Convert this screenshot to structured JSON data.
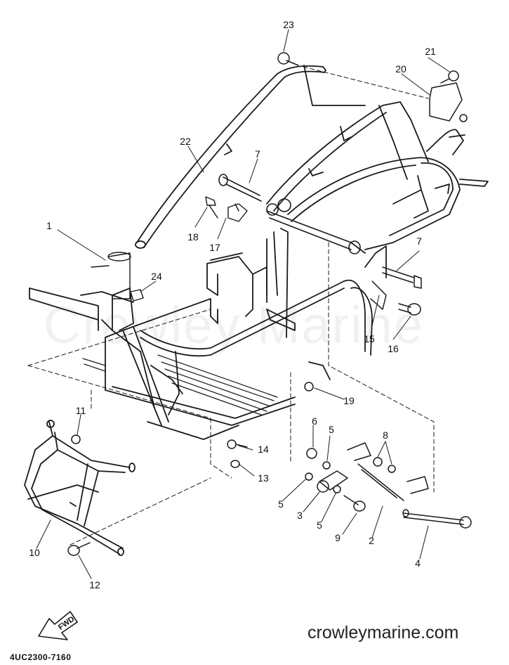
{
  "watermark": "Crowley Marine",
  "site": "crowleymarine.com",
  "drawing_code": "4UC2300-7160",
  "fwd_label": "FWD",
  "parts": [
    {
      "id": "p1",
      "label": "1"
    },
    {
      "id": "p2",
      "label": "2"
    },
    {
      "id": "p3",
      "label": "3"
    },
    {
      "id": "p4",
      "label": "4"
    },
    {
      "id": "p5a",
      "label": "5"
    },
    {
      "id": "p5b",
      "label": "5"
    },
    {
      "id": "p5c",
      "label": "5"
    },
    {
      "id": "p6",
      "label": "6"
    },
    {
      "id": "p7a",
      "label": "7"
    },
    {
      "id": "p7b",
      "label": "7"
    },
    {
      "id": "p8",
      "label": "8"
    },
    {
      "id": "p9",
      "label": "9"
    },
    {
      "id": "p10",
      "label": "10"
    },
    {
      "id": "p11",
      "label": "11"
    },
    {
      "id": "p12",
      "label": "12"
    },
    {
      "id": "p13",
      "label": "13"
    },
    {
      "id": "p14",
      "label": "14"
    },
    {
      "id": "p15",
      "label": "15"
    },
    {
      "id": "p16",
      "label": "16"
    },
    {
      "id": "p17",
      "label": "17"
    },
    {
      "id": "p18",
      "label": "18"
    },
    {
      "id": "p19",
      "label": "19"
    },
    {
      "id": "p20",
      "label": "20"
    },
    {
      "id": "p21",
      "label": "21"
    },
    {
      "id": "p22",
      "label": "22"
    },
    {
      "id": "p23",
      "label": "23"
    },
    {
      "id": "p24",
      "label": "24"
    }
  ]
}
